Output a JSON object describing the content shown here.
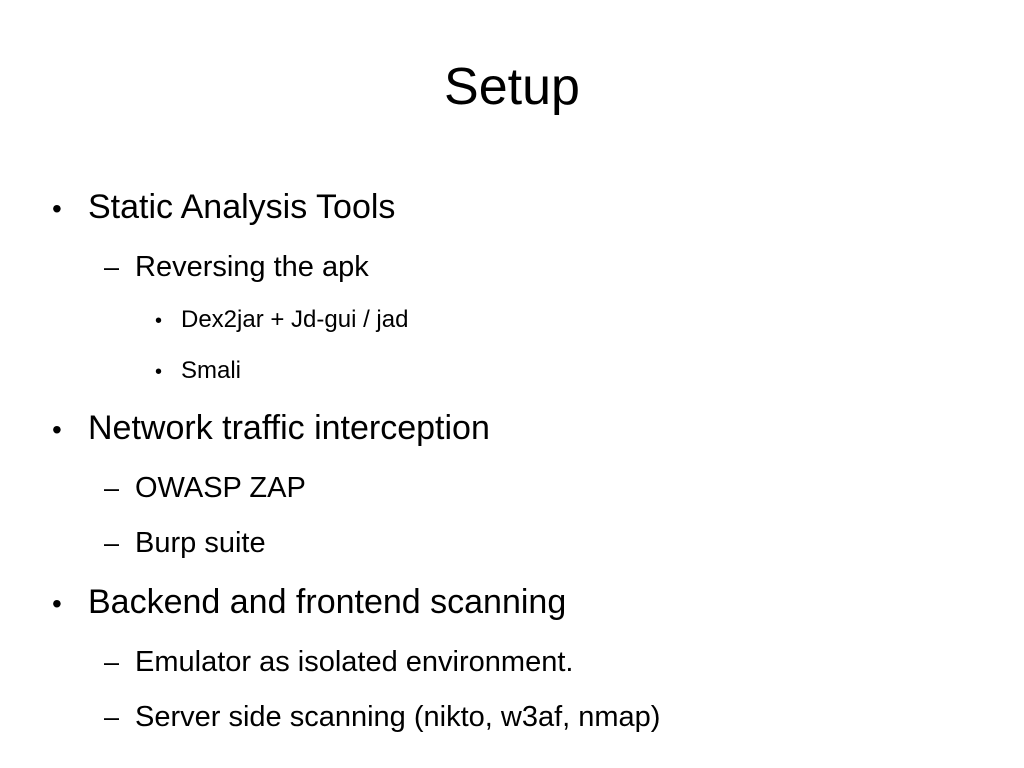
{
  "slide": {
    "title": "Setup",
    "background_color": "#ffffff",
    "text_color": "#000000",
    "bullet_glyphs": {
      "level_1": "•",
      "level_2": "–",
      "level_3": "•"
    },
    "items": [
      {
        "level": 1,
        "text": "Static Analysis Tools"
      },
      {
        "level": 2,
        "text": "Reversing the apk"
      },
      {
        "level": 3,
        "text": "Dex2jar + Jd-gui / jad"
      },
      {
        "level": 3,
        "text": "Smali"
      },
      {
        "level": 1,
        "text": "Network traffic interception"
      },
      {
        "level": 2,
        "text": "OWASP ZAP"
      },
      {
        "level": 2,
        "text": "Burp suite"
      },
      {
        "level": 1,
        "text": "Backend and frontend scanning"
      },
      {
        "level": 2,
        "text": "Emulator as isolated environment."
      },
      {
        "level": 2,
        "text": "Server side scanning (nikto, w3af, nmap)"
      }
    ]
  }
}
